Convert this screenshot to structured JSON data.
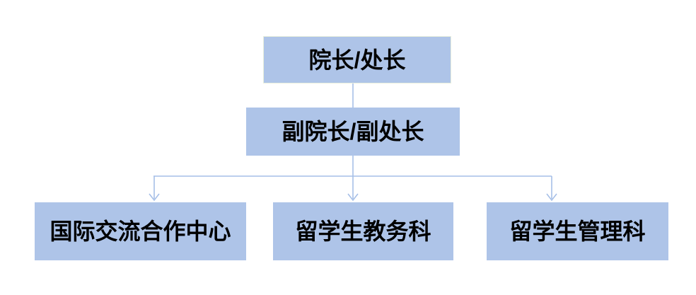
{
  "diagram": {
    "type": "org-chart",
    "nodes": [
      {
        "id": "dean",
        "label": "院长/处长",
        "level": 1
      },
      {
        "id": "vice-dean",
        "label": "副院长/副处长",
        "level": 2
      },
      {
        "id": "exchange-center",
        "label": "国际交流合作中心",
        "level": 3
      },
      {
        "id": "academic-section",
        "label": "留学生教务科",
        "level": 3
      },
      {
        "id": "management-section",
        "label": "留学生管理科",
        "level": 3
      }
    ],
    "edges": [
      {
        "from": "dean",
        "to": "vice-dean",
        "arrow": false
      },
      {
        "from": "vice-dean",
        "to": "exchange-center",
        "arrow": true
      },
      {
        "from": "vice-dean",
        "to": "academic-section",
        "arrow": true
      },
      {
        "from": "vice-dean",
        "to": "management-section",
        "arrow": true
      }
    ],
    "colors": {
      "node_fill": "#aec4e8",
      "connector": "#a6bfe7",
      "text": "#000000",
      "background": "#ffffff"
    }
  }
}
